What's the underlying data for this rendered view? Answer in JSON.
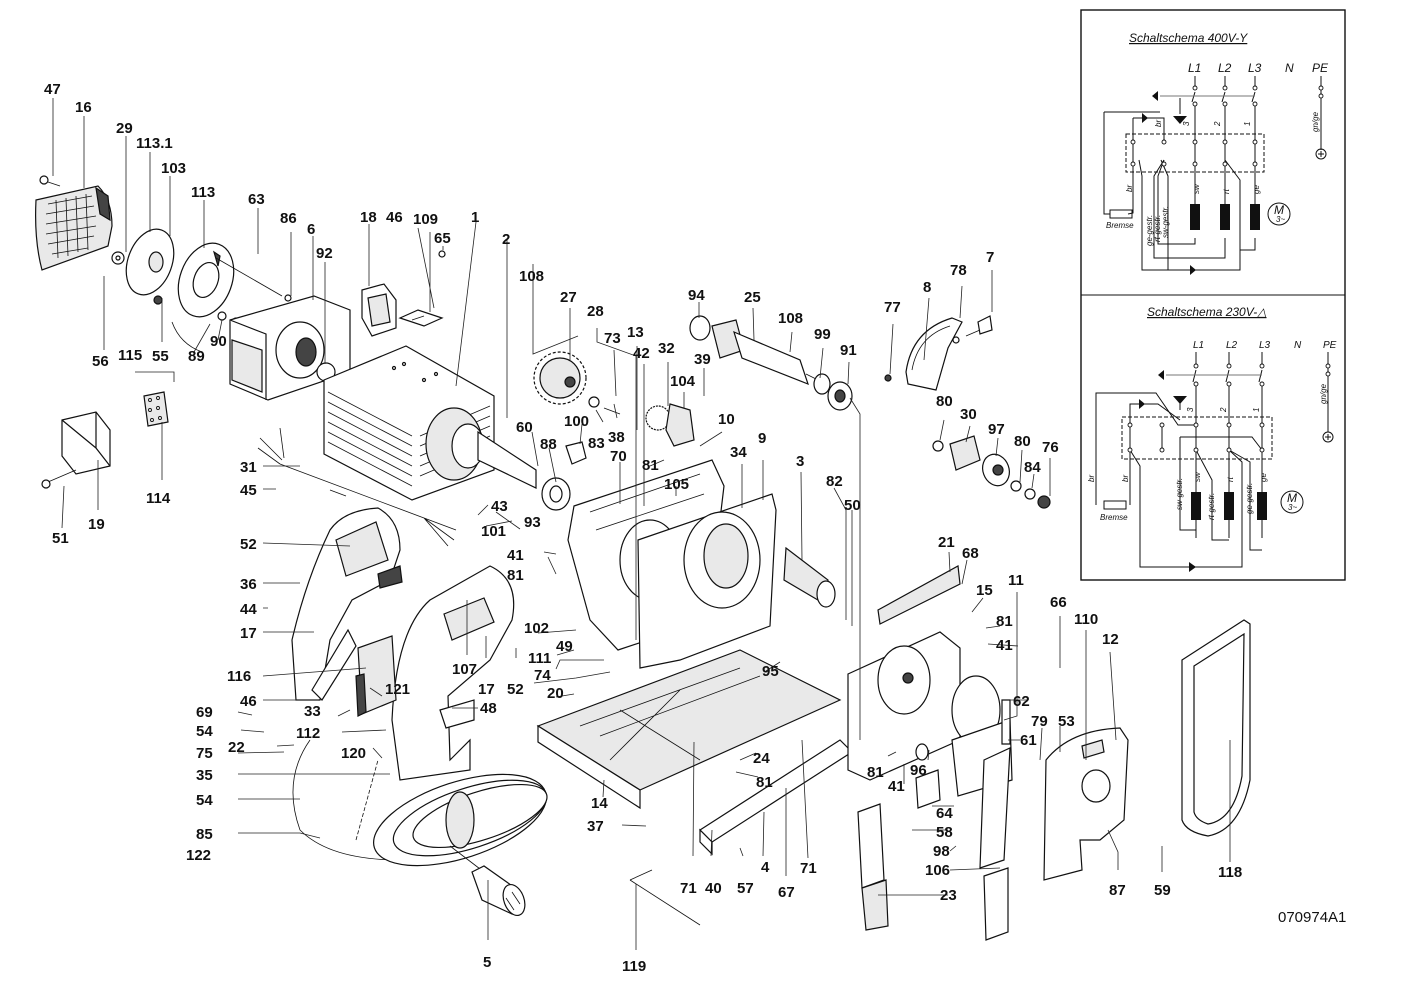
{
  "document_id": "070974A1",
  "part_labels": [
    {
      "id": "47",
      "text": "47"
    },
    {
      "id": "16",
      "text": "16"
    },
    {
      "id": "29",
      "text": "29"
    },
    {
      "id": "113.1",
      "text": "113.1"
    },
    {
      "id": "103",
      "text": "103"
    },
    {
      "id": "113",
      "text": "113"
    },
    {
      "id": "63",
      "text": "63"
    },
    {
      "id": "86",
      "text": "86"
    },
    {
      "id": "6",
      "text": "6"
    },
    {
      "id": "92",
      "text": "92"
    },
    {
      "id": "18",
      "text": "18"
    },
    {
      "id": "46a",
      "text": "46"
    },
    {
      "id": "109",
      "text": "109"
    },
    {
      "id": "65",
      "text": "65"
    },
    {
      "id": "1",
      "text": "1"
    },
    {
      "id": "2",
      "text": "2"
    },
    {
      "id": "56",
      "text": "56"
    },
    {
      "id": "55",
      "text": "55"
    },
    {
      "id": "89",
      "text": "89"
    },
    {
      "id": "90",
      "text": "90"
    },
    {
      "id": "115",
      "text": "115"
    },
    {
      "id": "114",
      "text": "114"
    },
    {
      "id": "19",
      "text": "19"
    },
    {
      "id": "51",
      "text": "51"
    },
    {
      "id": "31",
      "text": "31"
    },
    {
      "id": "45",
      "text": "45"
    },
    {
      "id": "43",
      "text": "43"
    },
    {
      "id": "93",
      "text": "93"
    },
    {
      "id": "101",
      "text": "101"
    },
    {
      "id": "41a",
      "text": "41"
    },
    {
      "id": "81a",
      "text": "81"
    },
    {
      "id": "52a",
      "text": "52"
    },
    {
      "id": "36",
      "text": "36"
    },
    {
      "id": "44",
      "text": "44"
    },
    {
      "id": "17a",
      "text": "17"
    },
    {
      "id": "116",
      "text": "116"
    },
    {
      "id": "46b",
      "text": "46"
    },
    {
      "id": "33",
      "text": "33"
    },
    {
      "id": "69",
      "text": "69"
    },
    {
      "id": "54a",
      "text": "54"
    },
    {
      "id": "22",
      "text": "22"
    },
    {
      "id": "75",
      "text": "75"
    },
    {
      "id": "112",
      "text": "112"
    },
    {
      "id": "121",
      "text": "121"
    },
    {
      "id": "120",
      "text": "120"
    },
    {
      "id": "35",
      "text": "35"
    },
    {
      "id": "54b",
      "text": "54"
    },
    {
      "id": "85",
      "text": "85"
    },
    {
      "id": "122",
      "text": "122"
    },
    {
      "id": "5",
      "text": "5"
    },
    {
      "id": "107",
      "text": "107"
    },
    {
      "id": "17b",
      "text": "17"
    },
    {
      "id": "52b",
      "text": "52"
    },
    {
      "id": "48",
      "text": "48"
    },
    {
      "id": "108a",
      "text": "108"
    },
    {
      "id": "27",
      "text": "27"
    },
    {
      "id": "28",
      "text": "28"
    },
    {
      "id": "73",
      "text": "73"
    },
    {
      "id": "13",
      "text": "13"
    },
    {
      "id": "42",
      "text": "42"
    },
    {
      "id": "32",
      "text": "32"
    },
    {
      "id": "39",
      "text": "39"
    },
    {
      "id": "104",
      "text": "104"
    },
    {
      "id": "60",
      "text": "60"
    },
    {
      "id": "88",
      "text": "88"
    },
    {
      "id": "100",
      "text": "100"
    },
    {
      "id": "83",
      "text": "83"
    },
    {
      "id": "38",
      "text": "38"
    },
    {
      "id": "70",
      "text": "70"
    },
    {
      "id": "81b",
      "text": "81"
    },
    {
      "id": "105",
      "text": "105"
    },
    {
      "id": "10",
      "text": "10"
    },
    {
      "id": "34",
      "text": "34"
    },
    {
      "id": "9",
      "text": "9"
    },
    {
      "id": "94",
      "text": "94"
    },
    {
      "id": "25",
      "text": "25"
    },
    {
      "id": "108b",
      "text": "108"
    },
    {
      "id": "99",
      "text": "99"
    },
    {
      "id": "91",
      "text": "91"
    },
    {
      "id": "3",
      "text": "3"
    },
    {
      "id": "82",
      "text": "82"
    },
    {
      "id": "50",
      "text": "50"
    },
    {
      "id": "77",
      "text": "77"
    },
    {
      "id": "8",
      "text": "8"
    },
    {
      "id": "78",
      "text": "78"
    },
    {
      "id": "7",
      "text": "7"
    },
    {
      "id": "80a",
      "text": "80"
    },
    {
      "id": "30",
      "text": "30"
    },
    {
      "id": "97",
      "text": "97"
    },
    {
      "id": "80b",
      "text": "80"
    },
    {
      "id": "84",
      "text": "84"
    },
    {
      "id": "76",
      "text": "76"
    },
    {
      "id": "21",
      "text": "21"
    },
    {
      "id": "68",
      "text": "68"
    },
    {
      "id": "15",
      "text": "15"
    },
    {
      "id": "11",
      "text": "11"
    },
    {
      "id": "81c",
      "text": "81"
    },
    {
      "id": "41b",
      "text": "41"
    },
    {
      "id": "102",
      "text": "102"
    },
    {
      "id": "49",
      "text": "49"
    },
    {
      "id": "111",
      "text": "111"
    },
    {
      "id": "74",
      "text": "74"
    },
    {
      "id": "20",
      "text": "20"
    },
    {
      "id": "95",
      "text": "95"
    },
    {
      "id": "14",
      "text": "14"
    },
    {
      "id": "37",
      "text": "37"
    },
    {
      "id": "24",
      "text": "24"
    },
    {
      "id": "81d",
      "text": "81"
    },
    {
      "id": "71a",
      "text": "71"
    },
    {
      "id": "40",
      "text": "40"
    },
    {
      "id": "57",
      "text": "57"
    },
    {
      "id": "4",
      "text": "4"
    },
    {
      "id": "67",
      "text": "67"
    },
    {
      "id": "71b",
      "text": "71"
    },
    {
      "id": "119",
      "text": "119"
    },
    {
      "id": "81e",
      "text": "81"
    },
    {
      "id": "41c",
      "text": "41"
    },
    {
      "id": "96",
      "text": "96"
    },
    {
      "id": "64",
      "text": "64"
    },
    {
      "id": "58",
      "text": "58"
    },
    {
      "id": "98",
      "text": "98"
    },
    {
      "id": "106",
      "text": "106"
    },
    {
      "id": "23",
      "text": "23"
    },
    {
      "id": "62",
      "text": "62"
    },
    {
      "id": "61",
      "text": "61"
    },
    {
      "id": "79",
      "text": "79"
    },
    {
      "id": "53",
      "text": "53"
    },
    {
      "id": "66",
      "text": "66"
    },
    {
      "id": "110",
      "text": "110"
    },
    {
      "id": "12",
      "text": "12"
    },
    {
      "id": "87",
      "text": "87"
    },
    {
      "id": "59",
      "text": "59"
    },
    {
      "id": "118",
      "text": "118"
    }
  ],
  "schematics": {
    "star": {
      "title": "Schaltschema  400V-Y",
      "phases": [
        "L1",
        "L2",
        "L3",
        "N",
        "PE"
      ],
      "terminal_numbers": [
        "3",
        "2",
        "1"
      ],
      "switch_label": "br",
      "coil_labels": [
        "sw",
        "rt",
        "ge"
      ],
      "wire_labels": [
        "ge-gestr.",
        "rt-gestr.",
        "sw-gestr."
      ],
      "brake_wire": "br",
      "pe_label": "gn/ge",
      "brake_label": "Bremse",
      "motor_label": "M",
      "motor_sub": "3~"
    },
    "delta": {
      "title": "Schaltschema  230V-△",
      "phases": [
        "L1",
        "L2",
        "L3",
        "N",
        "PE"
      ],
      "terminal_numbers": [
        "3",
        "2",
        "1"
      ],
      "coil_labels": [
        "sw",
        "rt",
        "ge"
      ],
      "wire_labels": [
        "sw-gestr.",
        "rt-gestr.",
        "ge-gestr."
      ],
      "brake_wires": [
        "br",
        "br"
      ],
      "pe_label": "gn/ge",
      "brake_label": "Bremse",
      "motor_label": "M",
      "motor_sub": "3~"
    }
  }
}
